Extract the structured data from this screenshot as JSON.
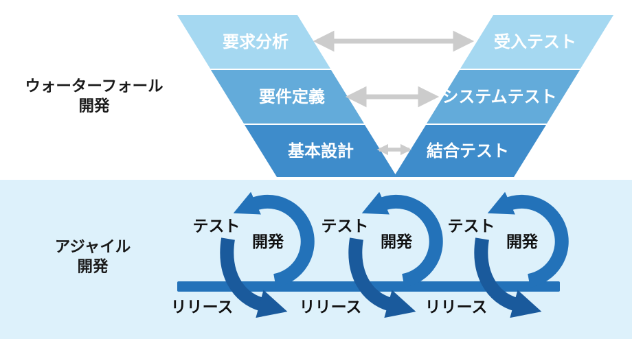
{
  "colors": {
    "background_top": "#ffffff",
    "background_bottom": "#ddf1fb",
    "waterfall_row1": "#a5d8f1",
    "waterfall_row2": "#63abda",
    "waterfall_row3": "#3e8ccb",
    "waterfall_text": "#ffffff",
    "compare_arrow": "#cccccc",
    "loop_blue": "#2372b9",
    "release_blue": "#1a5a9c",
    "label_text": "#1a1a1a"
  },
  "waterfall": {
    "section_label": [
      "ウォーターフォール",
      "開発"
    ],
    "left_stages": [
      "要求分析",
      "要件定義",
      "基本設計"
    ],
    "right_stages": [
      "受入テスト",
      "システムテスト",
      "結合テスト"
    ]
  },
  "agile": {
    "section_label": [
      "アジャイル",
      "開発"
    ],
    "loops": [
      {
        "test": "テスト",
        "develop": "開発",
        "release": "リリース"
      },
      {
        "test": "テスト",
        "develop": "開発",
        "release": "リリース"
      },
      {
        "test": "テスト",
        "develop": "開発",
        "release": "リリース"
      }
    ]
  }
}
